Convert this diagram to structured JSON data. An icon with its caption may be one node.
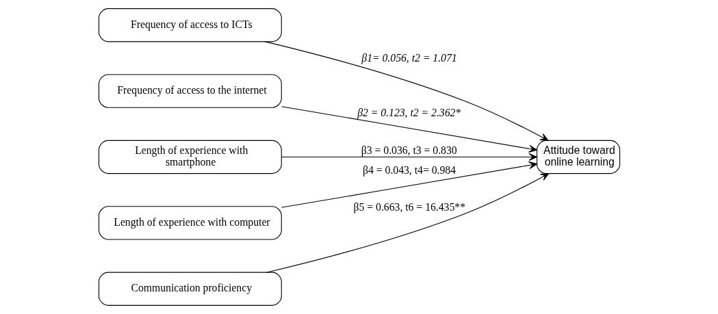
{
  "diagram": {
    "nodes": [
      {
        "text": [
          "Frequency of access to ICTs"
        ]
      },
      {
        "text": [
          "Frequency of access to the internet"
        ]
      },
      {
        "text": [
          "Length of experience with smartphone"
        ]
      },
      {
        "text": [
          "Length of experience with computer"
        ]
      },
      {
        "text": [
          "Communication proficiency"
        ]
      },
      {
        "text": [
          "Attitude toward online learning"
        ]
      }
    ],
    "edges": [
      {
        "from": 0,
        "to": 5,
        "arrow": "to",
        "label": "β1= 0.056, t2 = 1.071"
      },
      {
        "from": 1,
        "to": 5,
        "arrow": "to",
        "label": "β2 = 0.123, t2 = 2.362*"
      },
      {
        "from": 2,
        "to": 5,
        "arrow": "to",
        "label": "β3 = 0.036, t3 = 0.830"
      },
      {
        "from": 3,
        "to": 5,
        "arrow": "to",
        "label": "β4 = 0.043, t4= 0.984"
      },
      {
        "from": 4,
        "to": 5,
        "arrow": "to",
        "label": "β5 = 0.663, t6 = 16.435**"
      }
    ]
  }
}
